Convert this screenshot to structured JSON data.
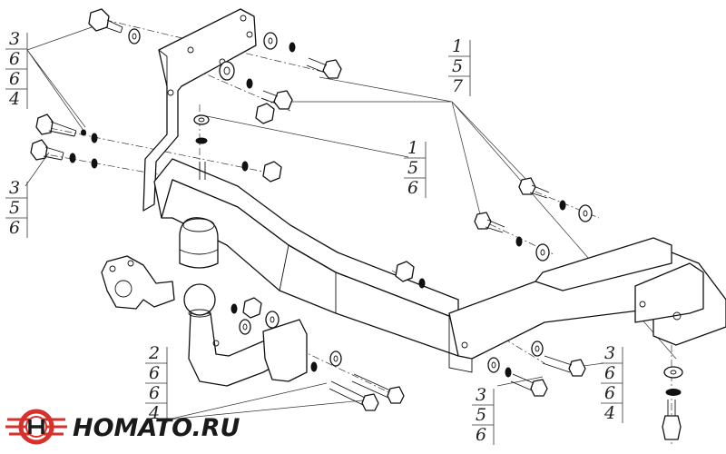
{
  "callouts": [
    {
      "id": "c1",
      "values": [
        "3",
        "6",
        "6",
        "4"
      ]
    },
    {
      "id": "c2",
      "values": [
        "3",
        "5",
        "6"
      ]
    },
    {
      "id": "c3",
      "values": [
        "1",
        "5",
        "7"
      ]
    },
    {
      "id": "c4",
      "values": [
        "1",
        "5",
        "6"
      ]
    },
    {
      "id": "c5",
      "values": [
        "2",
        "6",
        "6",
        "4"
      ]
    },
    {
      "id": "c6",
      "values": [
        "3",
        "5",
        "6"
      ]
    },
    {
      "id": "c7",
      "values": [
        "3",
        "6",
        "6",
        "4"
      ]
    }
  ],
  "logo": {
    "text": "HOMATO.RU",
    "colors": {
      "ring": "#d6322b",
      "mark": "#1a1a1a"
    }
  }
}
